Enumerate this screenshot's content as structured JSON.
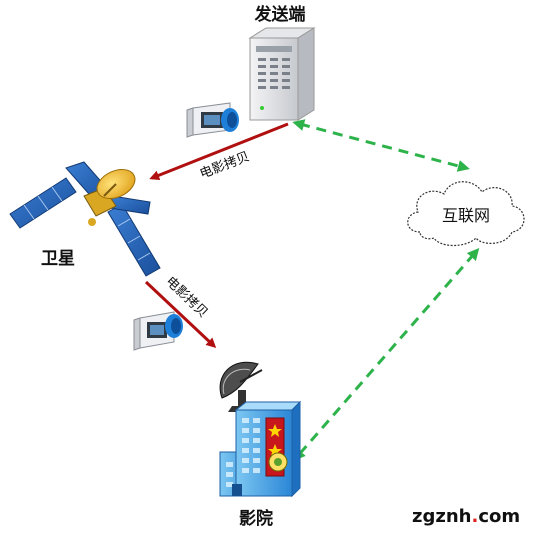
{
  "labels": {
    "sender": "发送端",
    "satellite": "卫星",
    "internet": "互联网",
    "cinema": "影院",
    "copy_top": "电影拷贝",
    "copy_bottom": "电影拷贝"
  },
  "watermark": {
    "main": "zgznh",
    "dot": ".",
    "tld": "com"
  },
  "colors": {
    "arrow_red": "#b01010",
    "dashed_green": "#2db34a",
    "watermark_main": "#111111",
    "watermark_dot": "#e02020"
  },
  "icons": [
    "server-icon",
    "film-copy-icon",
    "satellite-icon",
    "cloud-icon",
    "satellite-dish-icon",
    "cinema-building-icon"
  ]
}
